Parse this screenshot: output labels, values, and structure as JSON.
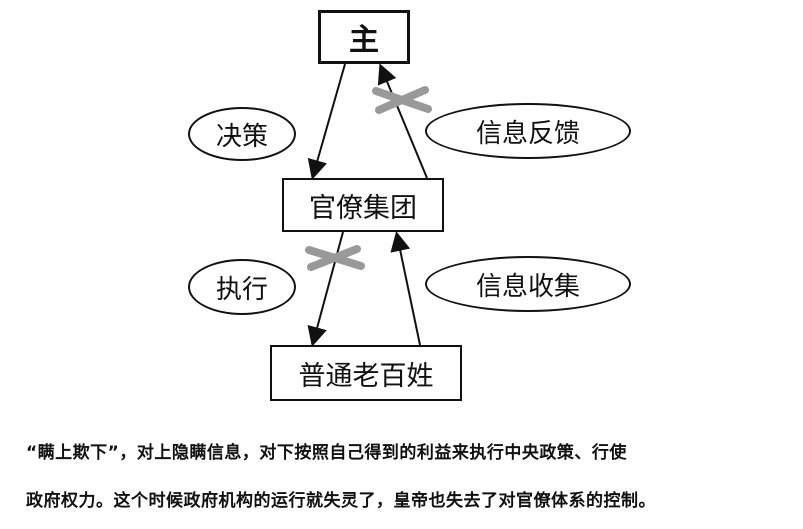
{
  "nodes": {
    "top": "主",
    "middle": "官僚集团",
    "bottom": "普通老百姓"
  },
  "labels": {
    "decision": "决策",
    "feedback": "信息反馈",
    "execute": "执行",
    "collect": "信息收集"
  },
  "caption": {
    "line1": "“瞒上欺下”，对上隐瞒信息，对下按照自己得到的利益来执行中央政策、行使",
    "line2": "政府权力。这个时候政府机构的运行就失灵了，皇帝也失去了对官僚体系的控制。"
  }
}
